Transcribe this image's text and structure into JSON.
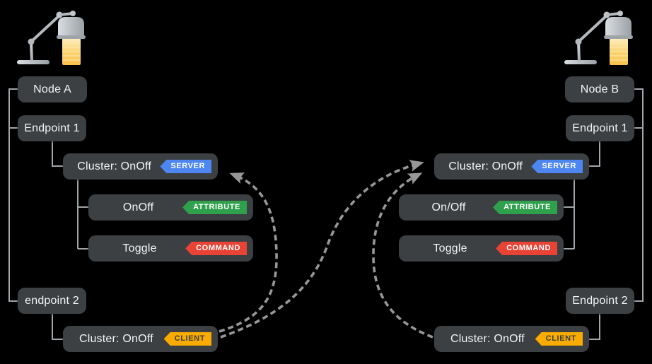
{
  "diagram": {
    "left": {
      "node_label": "Node A",
      "endpoint1_label": "Endpoint 1",
      "server_cluster": {
        "label": "Cluster: OnOff",
        "badge": "SERVER"
      },
      "attribute_row": {
        "label": "OnOff",
        "badge": "ATTRIBUTE"
      },
      "command_row": {
        "label": "Toggle",
        "badge": "COMMAND"
      },
      "endpoint2_label": "endpoint 2",
      "client_cluster": {
        "label": "Cluster: OnOff",
        "badge": "CLIENT"
      }
    },
    "right": {
      "node_label": "Node B",
      "endpoint1_label": "Endpoint 1",
      "server_cluster": {
        "label": "Cluster: OnOff",
        "badge": "SERVER"
      },
      "attribute_row": {
        "label": "On/Off",
        "badge": "ATTRIBUTE"
      },
      "command_row": {
        "label": "Toggle",
        "badge": "COMMAND"
      },
      "endpoint2_label": "Endpoint 2",
      "client_cluster": {
        "label": "Cluster: OnOff",
        "badge": "CLIENT"
      }
    },
    "icons": {
      "left_lamp": "desk-lamp-icon",
      "right_lamp": "desk-lamp-icon"
    },
    "colors": {
      "background": "#000000",
      "box": "#3c4043",
      "text": "#f3f4f5",
      "connector": "#a1a6ab",
      "arrow": "#979797",
      "server_badge": "#4d86f1",
      "attribute_badge": "#2fa14d",
      "command_badge": "#e94335",
      "client_badge": "#f9ab00",
      "client_badge_text": "#3c4043"
    }
  }
}
